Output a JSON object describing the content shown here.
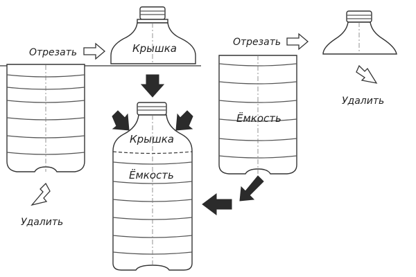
{
  "labels": {
    "cut_left": "Отрезать",
    "cut_right": "Отрезать",
    "cap_top": "Крышка",
    "cap_assembled": "Крышка",
    "container_right": "Ёмкость",
    "container_assembled": "Ёмкость",
    "remove_left": "Удалить",
    "remove_right": "Удалить"
  },
  "colors": {
    "ink": "#333333",
    "arrow_solid": "#2b2b2b",
    "background": "#ffffff"
  },
  "icons": [
    "hollow-arrow-icon",
    "solid-arrow-icon",
    "bottle-icon"
  ]
}
